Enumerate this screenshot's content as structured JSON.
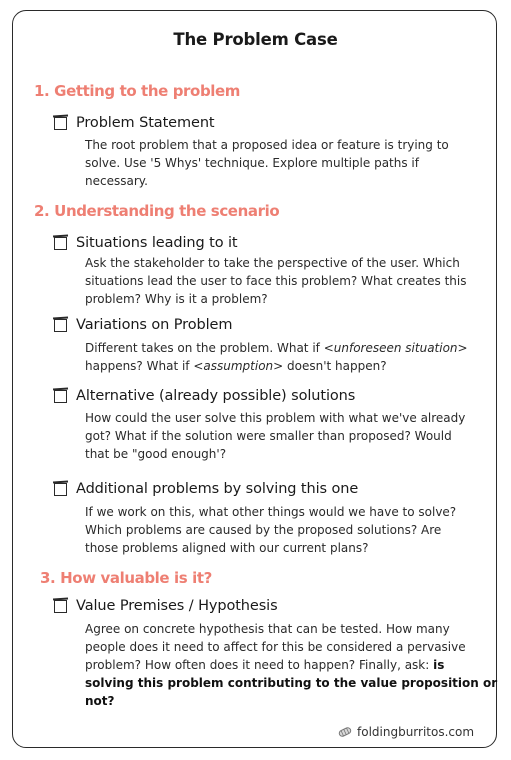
{
  "title": "The Problem Case",
  "sections": [
    {
      "heading": "1. Getting to the problem",
      "items": [
        {
          "title": "Problem Statement",
          "lines": [
            "The root problem that a proposed idea or feature is trying to",
            "solve. Use '5 Whys' technique. Explore multiple paths if",
            "necessary."
          ]
        }
      ]
    },
    {
      "heading": "2. Understanding the scenario",
      "items": [
        {
          "title": "Situations leading to it",
          "lines": [
            "Ask the stakeholder to take the perspective of the user. Which",
            "situations lead the user to face this problem? What creates this",
            "problem? Why is it a problem?"
          ]
        },
        {
          "title": "Variations on Problem",
          "line1": {
            "a": "Different takes on the problem. What if <",
            "b": "unforeseen situation",
            "c": ">"
          },
          "line2": {
            "a": "happens? What if <",
            "b": "assumption",
            "c": "> doesn't happen?"
          }
        },
        {
          "title": "Alternative (already possible) solutions",
          "lines": [
            "How could the user solve this problem with what we've already",
            "got? What if the solution were smaller than proposed? Would",
            "that be \"good enough'?"
          ]
        },
        {
          "title": "Additional problems by solving this one",
          "lines": [
            "If we work on this, what other things would we have to solve?",
            "Which problems are caused by the proposed solutions? Are",
            "those problems aligned with our current plans?"
          ]
        }
      ]
    },
    {
      "heading": "3. How valuable is it?",
      "items": [
        {
          "title": "Value Premises / Hypothesis",
          "lines": [
            "Agree on concrete hypothesis that can be tested. How many",
            "people does it need to affect for this be considered a pervasive"
          ],
          "line3": {
            "a": "problem? How often does it need to happen? Finally, ask: ",
            "b": "is"
          },
          "bold_lines": [
            "solving this problem contributing to the value proposition or",
            "not?"
          ]
        }
      ]
    }
  ],
  "footer": {
    "text": "foldingburritos.com",
    "icon": "burrito-icon"
  }
}
